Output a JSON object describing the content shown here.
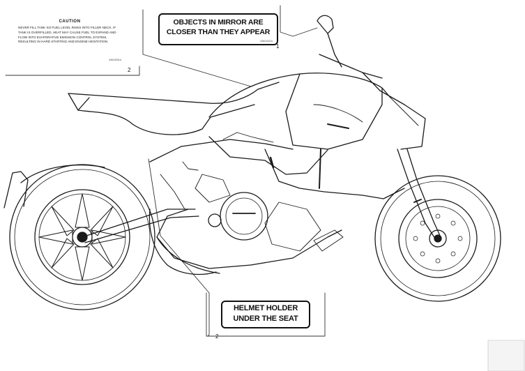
{
  "callouts": {
    "c1": "1",
    "c2": "2",
    "c3": "2"
  },
  "labels": {
    "caution": {
      "title": "CAUTION",
      "body": "Never fill tank so fuel level rises into filler neck. If tank is overfilled, heat may cause fuel to expand and flow into evaporative emission control system, resulting in hard starting and engine hesitation.",
      "code": "43610531A"
    },
    "mirror": {
      "line1": "OBJECTS IN MIRROR ARE",
      "line2": "CLOSER THAN THEY APPEAR",
      "code": "43610421A"
    },
    "helmet": {
      "line1": "HELMET HOLDER",
      "line2": "UNDER THE SEAT"
    }
  },
  "colors": {
    "ink": "#111111",
    "paper": "#ffffff",
    "line": "#555555"
  }
}
